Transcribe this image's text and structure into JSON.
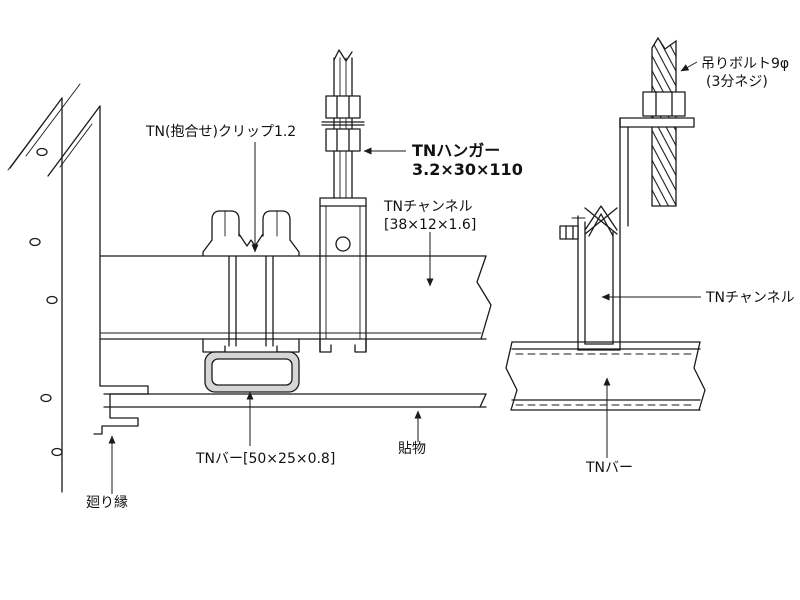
{
  "diagram": {
    "type": "technical-drawing",
    "subject": "ceiling suspension system detail",
    "colors": {
      "line": "#1a1a1a",
      "background": "#ffffff",
      "bar_shading": "#d6d6d6"
    },
    "labels": {
      "clip": "TN(抱合せ)クリップ1.2",
      "hanger_name": "TNハンガー",
      "hanger_size": "3.2×30×110",
      "channel_name": "TNチャンネル",
      "channel_size": "[38×12×1.6]",
      "bolt_name": "吊りボルト9φ",
      "bolt_thread": "(3分ネジ)",
      "channel_right": "TNチャンネル",
      "bar_spec": "TNバー[50×25×0.8]",
      "board": "貼物",
      "bar": "TNバー",
      "molding": "廻り縁"
    }
  }
}
